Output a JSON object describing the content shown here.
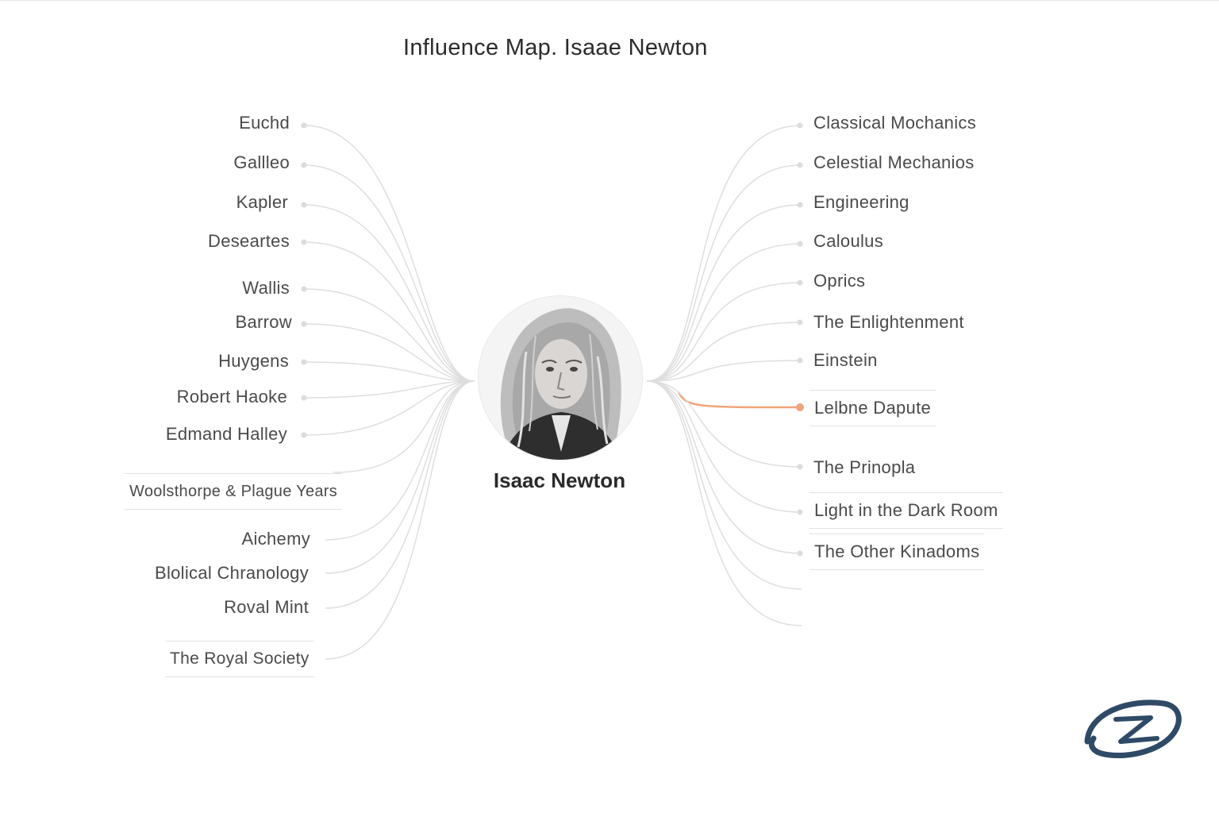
{
  "title": "Influence Map. Isaae Newton",
  "center": {
    "label": "Isaac Newton"
  },
  "influences": [
    {
      "label": "Euchd"
    },
    {
      "label": "Gallleo"
    },
    {
      "label": "Kapler"
    },
    {
      "label": "Deseartes"
    },
    {
      "label": "Wallis"
    },
    {
      "label": "Barrow"
    },
    {
      "label": "Huygens"
    },
    {
      "label": "Robert Haoke"
    },
    {
      "label": "Edmand Halley"
    },
    {
      "label": "Woolsthorpe & Plague Years"
    },
    {
      "label": "Aichemy"
    },
    {
      "label": "Blolical Chranology"
    },
    {
      "label": "Roval Mint"
    },
    {
      "label": "The Royal Society"
    }
  ],
  "legacies": [
    {
      "label": "Classical Mochanics"
    },
    {
      "label": "Celestial Mechanios"
    },
    {
      "label": "Engineering"
    },
    {
      "label": "Caloulus"
    },
    {
      "label": "Oprics"
    },
    {
      "label": "The Enlightenment"
    },
    {
      "label": "Einstein"
    },
    {
      "label": "Lelbne Dapute",
      "highlight": true
    },
    {
      "label": "The Prinopla"
    },
    {
      "label": "Light in the Dark Room"
    },
    {
      "label": "The Other Kinadoms"
    }
  ],
  "colors": {
    "connector": "#dedede",
    "highlight": "#f0a57a",
    "title": "#2b2b2b",
    "node_text": "#4a4a4a",
    "logo": "#2e4a66"
  },
  "icons": {
    "portrait": "newton-portrait-icon",
    "logo": "swirl-logo-icon"
  }
}
